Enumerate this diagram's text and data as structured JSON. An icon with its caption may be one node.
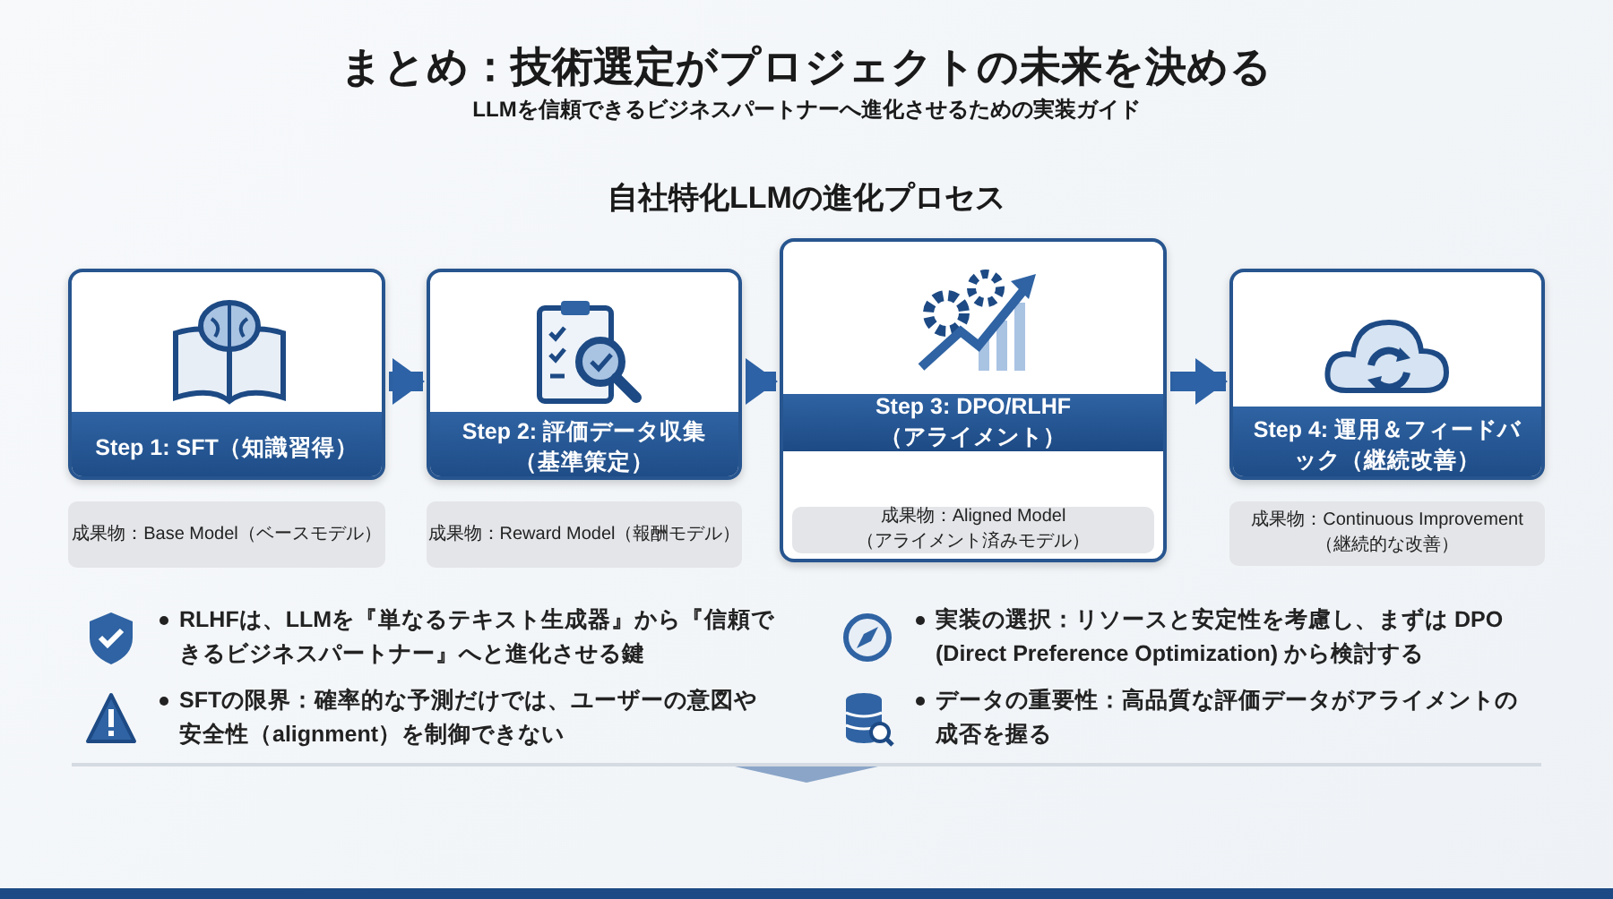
{
  "diagram": {
    "title": "まとめ：技術選定がプロジェクトの未来を決める",
    "caption": "LLMを信頼できるビジネスパートナーへ進化させるための実装ガイド",
    "nodes": [
      {
        "text": [
          "Step 1: SFT（知識習得）"
        ]
      },
      {
        "text": [
          "成果物：Base Model（ベースモデル）"
        ]
      },
      {
        "text": [
          "Step 2: 評価データ収集（基準策定）"
        ]
      },
      {
        "text": [
          "成果物：Reward Model（報酬モデル）"
        ]
      },
      {
        "text": [
          "Step 3: DPO/RLHF（アライメント）"
        ]
      },
      {
        "text": [
          "成果物：Aligned Model（アライメント済みモデル）"
        ],
        "in": 4
      },
      {
        "text": [
          "Step 4: 運用＆フィードバック（継続改善）"
        ]
      },
      {
        "text": [
          "成果物：Continuous Improvement（継続的な改善）"
        ]
      }
    ],
    "edges": [
      {
        "from": 0,
        "to": 2,
        "arrow": "to"
      },
      {
        "from": 2,
        "to": 4,
        "arrow": "to"
      },
      {
        "from": 4,
        "to": 6,
        "arrow": "to"
      }
    ],
    "labels": [
      "自社特化LLMの進化プロセス",
      "RLHFは、LLMを『単なるテキスト生成器』から『信頼できるビジネスパートナー』へと進化させる鍵",
      "実装の選択：リソースと安定性を考慮し、まずは DPO (Direct Preference Optimization) から検討する",
      "SFTの限界：確率的な予測だけでは、ユーザーの意図や安全性（alignment）を制御できない",
      "データの重要性：高品質な評価データがアライメントの成否を握る"
    ]
  }
}
